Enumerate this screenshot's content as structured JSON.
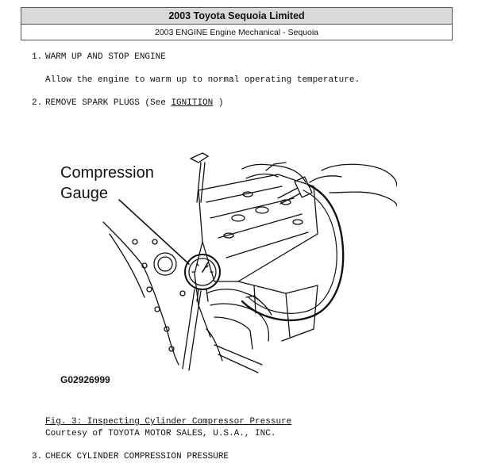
{
  "header": {
    "title": "2003 Toyota Sequoia Limited",
    "subtitle": "2003 ENGINE Engine Mechanical - Sequoia"
  },
  "steps": [
    {
      "num": "1.",
      "title": "WARM UP AND STOP ENGINE",
      "body": "Allow the engine to warm up to normal operating temperature."
    },
    {
      "num": "2.",
      "title_prefix": "REMOVE SPARK PLUGS (See ",
      "link": "IGNITION",
      "title_suffix": " )"
    },
    {
      "num": "3.",
      "title": "CHECK CYLINDER COMPRESSION PRESSURE"
    }
  ],
  "figure": {
    "label_line1": "Compression",
    "label_line2": "Gauge",
    "code": "G02926999",
    "caption": "Fig. 3: Inspecting Cylinder Compressor Pressure",
    "courtesy": "Courtesy of TOYOTA MOTOR SALES, U.S.A., INC."
  }
}
